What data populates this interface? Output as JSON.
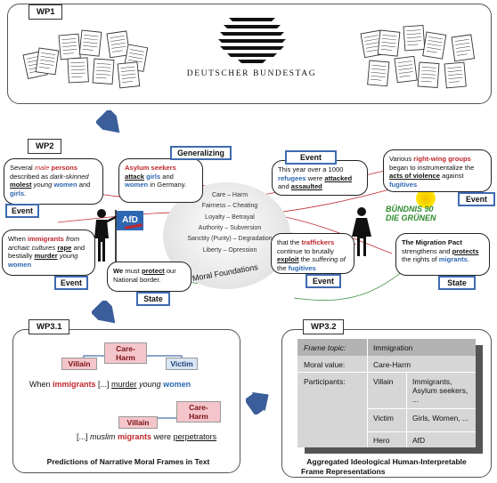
{
  "wp1": {
    "tag": "WP1",
    "logo_text": "DEUTSCHER BUNDESTAG"
  },
  "wp2": {
    "tag": "WP2",
    "moral_foundations_label": "Moral Foundations",
    "moral_foundations": [
      "Care – Harm",
      "Fairness – Cheating",
      "Loyalty – Betrayal",
      "Authority – Subversion",
      "Sanctity (Purity) – Degradation",
      "Liberty – Opression"
    ],
    "afd_logo": "AfD",
    "gruene_logo_line1": "BÜNDNIS 90",
    "gruene_logo_line2": "DIE GRÜNEN",
    "tags": {
      "generalizing": "Generalizing",
      "event_1": "Event",
      "event_2": "Event",
      "state_left": "State",
      "event_3": "Event",
      "event_4": "Event",
      "event_5": "Event",
      "state_right": "State"
    },
    "bubbles": {
      "b1": {
        "t1": "Several ",
        "t2": "male",
        "t3": " ",
        "t4": "persons",
        "t5": " described as ",
        "t6": "dark-skinned",
        "t7": " ",
        "t8": "molest",
        "t9": " ",
        "t10": "young",
        "t11": " ",
        "t12": "women",
        "t13": " and ",
        "t14": "girls",
        "t15": "."
      },
      "b2": {
        "t1": "Asylum seekers",
        "t2": " ",
        "t3": "attack",
        "t4": " ",
        "t5": "girls",
        "t6": " and ",
        "t7": "women",
        "t8": " in Germany."
      },
      "b3": {
        "t1": "When ",
        "t2": "immigrants",
        "t3": " ",
        "t4": "from archaic cultures",
        "t5": " ",
        "t6": "rape",
        "t7": " and bestially ",
        "t8": "murder",
        "t9": " ",
        "t10": "young",
        "t11": " ",
        "t12": "women"
      },
      "b4": {
        "t1": "We",
        "t2": " must ",
        "t3": "protect",
        "t4": " our National border."
      },
      "b5": {
        "t1": "This year over a 1000 ",
        "t2": "refugees",
        "t3": " were ",
        "t4": "attacked",
        "t5": " and ",
        "t6": "assaulted"
      },
      "b6": {
        "t1": "Various ",
        "t2": "right-wing groups",
        "t3": " began to instrumentalize the ",
        "t4": "acts of violence",
        "t5": " against ",
        "t6": "fugitives"
      },
      "b7": {
        "t1": "that the ",
        "t2": "traffickers",
        "t3": " continue to brutally ",
        "t4": "exploit",
        "t5": " the ",
        "t6": "suffering of",
        "t7": " the ",
        "t8": "fugitives"
      },
      "b8": {
        "t1": "The Migration Pact",
        "t2": " strengthens and ",
        "t3": "protects",
        "t4": " the rights of ",
        "t5": "migrants",
        "t6": "."
      }
    }
  },
  "wp31": {
    "tag": "WP3.1",
    "frame1": {
      "care_harm": "Care-Harm",
      "villain": "Villain",
      "victim": "Victim"
    },
    "sentence1": {
      "s1": "When ",
      "s2": "immigrants",
      "s3": " [...] ",
      "s4": "murder",
      "s5": " ",
      "s6": "young",
      "s7": " ",
      "s8": "women"
    },
    "frame2": {
      "care_harm": "Care-Harm",
      "villain": "Villain"
    },
    "sentence2": {
      "s1": "[...] ",
      "s2": "muslim",
      "s3": " ",
      "s4": "migrants",
      "s5": " were ",
      "s6": "perpetrators"
    },
    "caption": "Predictions of Narrative Moral Frames  in Text"
  },
  "wp32": {
    "tag": "WP3.2",
    "table": {
      "frame_topic_label": "Frame topic:",
      "frame_topic_value": "Immigration",
      "moral_value_label": "Moral value:",
      "moral_value_value": "Care-Harm",
      "participants_label": "Participants:",
      "villain_label": "Villain",
      "villain_value": "Immigrants, Asylum seekers, ...",
      "victim_label": "Victim",
      "victim_value": "Girls, Women, ...",
      "hero_label": "Hero",
      "hero_value": "AfD"
    },
    "caption_line1": "Aggregated Ideological Human-Interpretable",
    "caption_line2": "Frame Representations"
  },
  "colors": {
    "red": "#c0282d",
    "blue": "#2e67b1",
    "tag_border": "#3e6bb0",
    "arrow": "#3b5e9a",
    "villain_bg": "#f4c6cb",
    "victim_bg": "#d9e6f4",
    "table_header": "#b3b3b3",
    "table_body": "#d6d6d6"
  }
}
